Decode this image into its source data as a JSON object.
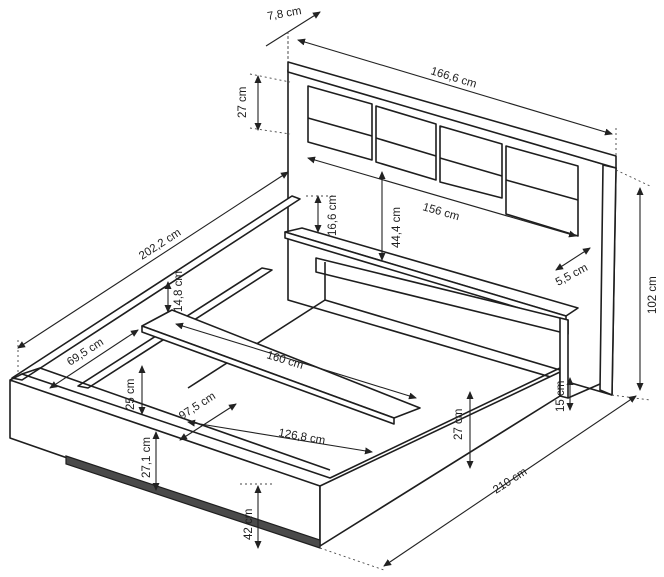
{
  "labels": {
    "depth_headboard": "7,8 cm",
    "width_total": "166,6 cm",
    "height_panel_top": "27 cm",
    "length_side": "202,2 cm",
    "width_inner": "156 cm",
    "height_shelf": "16,6 cm",
    "height_headboard_mid": "44,4 cm",
    "depth_shelf": "5,5 cm",
    "height_total": "102 cm",
    "height_rail": "14,8 cm",
    "width_side_section": "69,5 cm",
    "slat_width": "160 cm",
    "height_inner_25": "25 cm",
    "depth_97": "97,5 cm",
    "length_inner": "126,8 cm",
    "height_frame": "27 cm",
    "height_leg": "15 cm",
    "length_total": "210 cm",
    "height_side": "27,1 cm",
    "height_base": "42 cm"
  }
}
